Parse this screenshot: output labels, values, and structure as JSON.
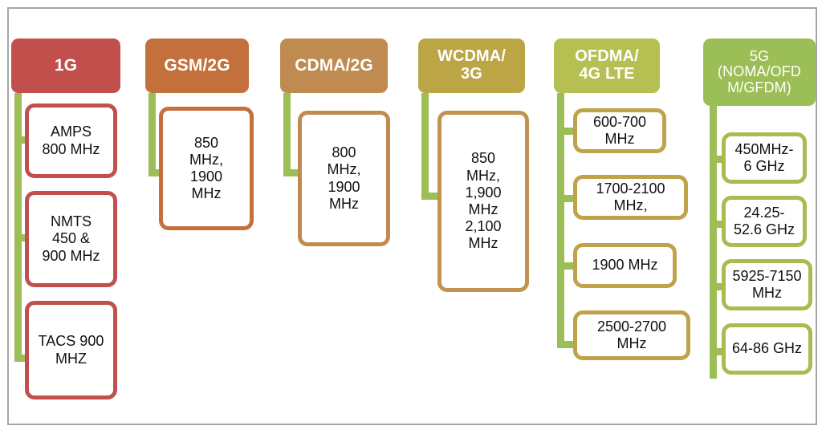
{
  "diagram": {
    "title_visible": false,
    "frame_color": "#a6a6a6",
    "connector_color": "#9cbe56",
    "columns": [
      {
        "id": "1g",
        "header": "1G",
        "header_bold": true,
        "header_color": "#c1504d",
        "box_border_color": "#c1504d",
        "items": [
          {
            "label": "AMPS\n800 MHz"
          },
          {
            "label": "NMTS\n450 &\n900 MHz"
          },
          {
            "label": "TACS 900\nMHZ"
          }
        ]
      },
      {
        "id": "gsm-2g",
        "header": "GSM/2G",
        "header_bold": true,
        "header_color": "#c4703d",
        "box_border_color": "#c4703d",
        "items": [
          {
            "label": "850\nMHz,\n1900\nMHz"
          }
        ]
      },
      {
        "id": "cdma-2g",
        "header": "CDMA/2G",
        "header_bold": true,
        "header_color": "#c08b50",
        "box_border_color": "#c08b50",
        "items": [
          {
            "label": "800\nMHz,\n1900\nMHz"
          }
        ]
      },
      {
        "id": "wcdma-3g",
        "header": "WCDMA/\n3G",
        "header_bold": true,
        "header_color": "#bba545",
        "box_border_color": "#c0944f",
        "items": [
          {
            "label": "850\nMHz,\n1,900\nMHz\n2,100\nMHz"
          }
        ]
      },
      {
        "id": "ofdma-4g-lte",
        "header": "OFDMA/\n4G LTE",
        "header_bold": true,
        "header_color": "#b5bf52",
        "box_border_color": "#bfa349",
        "items": [
          {
            "label": "600-700\nMHz"
          },
          {
            "label": "1700-2100\nMHz,"
          },
          {
            "label": "1900 MHz"
          },
          {
            "label": "2500-2700\nMHz"
          }
        ]
      },
      {
        "id": "5g",
        "header": "5G\n(NOMA/OFD\nM/GFDM)",
        "header_bold": false,
        "header_color": "#9cbe56",
        "box_border_color": "#a8bc4f",
        "items": [
          {
            "label": "450MHz-\n6 GHz"
          },
          {
            "label": "24.25-\n52.6 GHz"
          },
          {
            "label": "5925-7150\nMHz"
          },
          {
            "label": "64-86 GHz"
          }
        ]
      }
    ]
  }
}
